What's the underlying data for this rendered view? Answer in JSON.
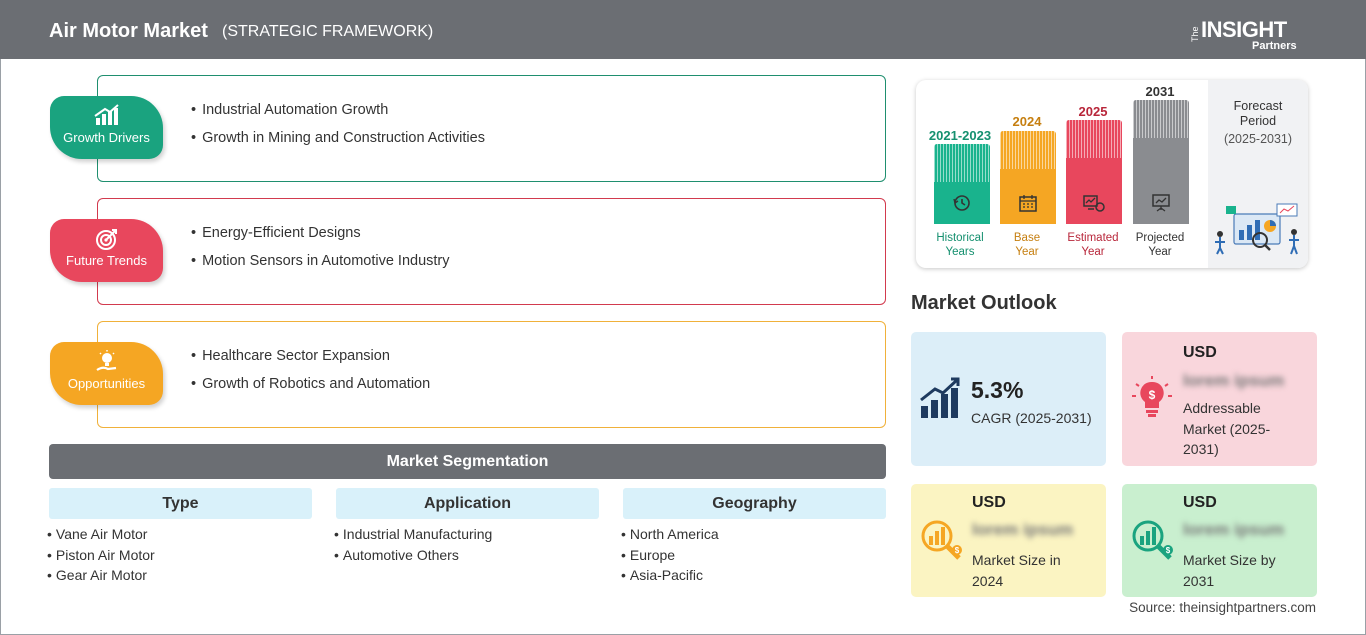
{
  "header": {
    "title": "Air Motor Market",
    "subtitle": "(STRATEGIC FRAMEWORK)",
    "logo": {
      "the": "The",
      "insight": "INSIGHT",
      "partners": "Partners"
    }
  },
  "framework": [
    {
      "label": "Growth Drivers",
      "icon": "chart-growth-icon",
      "color": "#1aa37f",
      "border": "#1f8f6f",
      "items": [
        "Industrial Automation Growth",
        "Growth in Mining and Construction Activities"
      ]
    },
    {
      "label": "Future Trends",
      "icon": "target-icon",
      "color": "#e8475d",
      "border": "#d23a4e",
      "items": [
        "Energy-Efficient Designs",
        "Motion Sensors in Automotive Industry"
      ]
    },
    {
      "label": "Opportunities",
      "icon": "lightbulb-hand-icon",
      "color": "#f5a623",
      "border": "#f0b13a",
      "items": [
        "Healthcare Sector Expansion",
        "Growth of Robotics and Automation"
      ]
    }
  ],
  "segmentation": {
    "title": "Market Segmentation",
    "columns": [
      {
        "heading": "Type",
        "items": [
          "Vane Air Motor",
          "Piston Air Motor",
          "Gear Air Motor"
        ]
      },
      {
        "heading": "Application",
        "items": [
          "Industrial Manufacturing",
          "Automotive Others"
        ]
      },
      {
        "heading": "Geography",
        "items": [
          "North America",
          "Europe",
          "Asia-Pacific"
        ]
      }
    ]
  },
  "timeline": {
    "columns": [
      {
        "year": "2021-2023",
        "label": [
          "Historical",
          "Years"
        ],
        "color": "#19b38d",
        "year_color": "#15906f",
        "label_color": "#15906f",
        "icon": "history-icon"
      },
      {
        "year": "2024",
        "label": [
          "Base",
          "Year"
        ],
        "color": "#f5a623",
        "year_color": "#c67f10",
        "label_color": "#c67f10",
        "icon": "calendar-icon"
      },
      {
        "year": "2025",
        "label": [
          "Estimated",
          "Year"
        ],
        "color": "#e8475d",
        "year_color": "#b8263a",
        "label_color": "#b8263a",
        "icon": "estimate-icon"
      },
      {
        "year": "2031",
        "label": [
          "Projected",
          "Year"
        ],
        "color": "#8a8c90",
        "year_color": "#333333",
        "label_color": "#333333",
        "icon": "presentation-icon"
      }
    ],
    "forecast_label": [
      "Forecast",
      "Period"
    ],
    "forecast_range": "(2025-2031)"
  },
  "outlook": {
    "title": "Market Outlook",
    "cagr": {
      "value": "5.3%",
      "label": "CAGR (2025-2031)",
      "bg": "#dceef8",
      "icon": "bar-growth-icon"
    },
    "addressable": {
      "usd": "USD",
      "value": "lorem ipsum",
      "label": "Addressable Market (2025-2031)",
      "bg": "#f9d6dc",
      "icon": "bulb-dollar-icon"
    },
    "size2024": {
      "usd": "USD",
      "value": "lorem ipsum",
      "label": "Market Size in 2024",
      "bg": "#fbf4c2",
      "icon": "magnifier-chart-icon"
    },
    "size2031": {
      "usd": "USD",
      "value": "lorem ipsum",
      "label": "Market Size by 2031",
      "bg": "#c9efcf",
      "icon": "magnifier-growth-icon"
    }
  },
  "source": "Source: theinsightpartners.com"
}
